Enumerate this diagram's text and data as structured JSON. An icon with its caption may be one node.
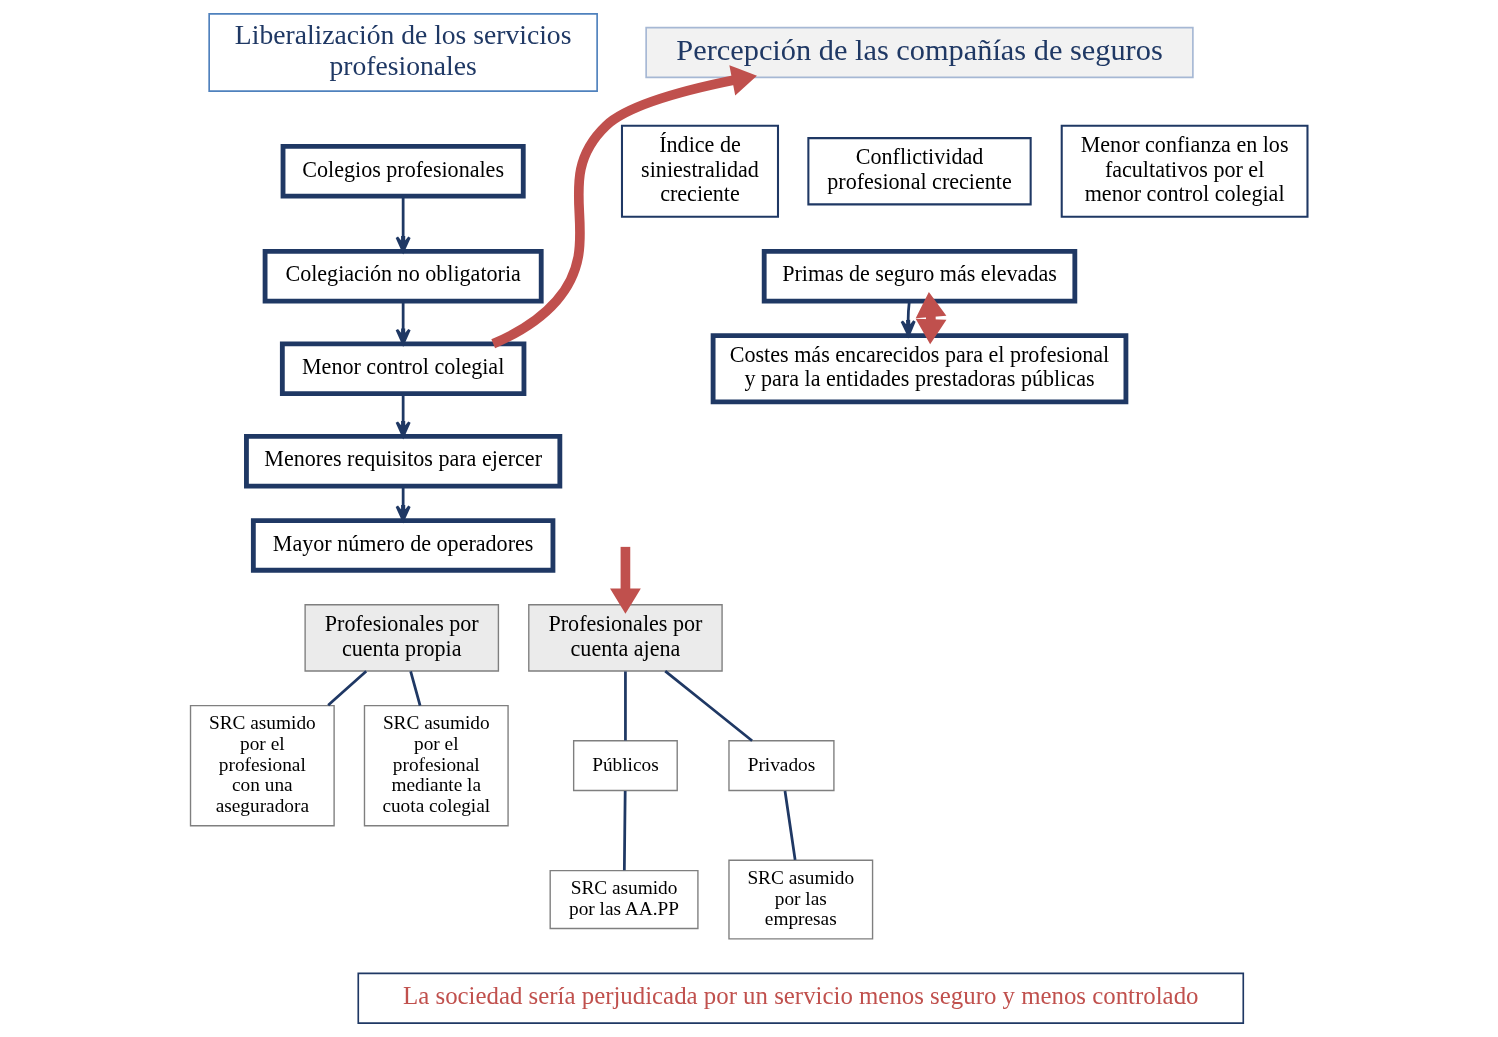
{
  "diagram": {
    "nodes": [
      {
        "text": [
          "Liberalización de los servicios profesionales"
        ]
      },
      {
        "text": [
          "Colegios profesionales"
        ]
      },
      {
        "text": [
          "Colegiación no obligatoria"
        ]
      },
      {
        "text": [
          "Menor control colegial"
        ]
      },
      {
        "text": [
          "Menores requisitos para ejercer"
        ]
      },
      {
        "text": [
          "Mayor número de operadores"
        ]
      },
      {
        "text": [
          "Percepción de las compañías de seguros"
        ]
      },
      {
        "text": [
          "Índice de siniestralidad creciente"
        ]
      },
      {
        "text": [
          "Conflictividad profesional creciente"
        ]
      },
      {
        "text": [
          "Menor confianza en los facultativos por el menor control colegial"
        ]
      },
      {
        "text": [
          "Primas de seguro más elevadas"
        ]
      },
      {
        "text": [
          "Costes más encarecidos para el profesional y para la entidades prestadoras públicas"
        ]
      },
      {
        "text": [
          "Profesionales por cuenta propia"
        ]
      },
      {
        "text": [
          "SRC asumido por el profesional con una aseguradora"
        ]
      },
      {
        "text": [
          "SRC asumido por el profesional mediante la cuota colegial"
        ]
      },
      {
        "text": [
          "Profesionales por cuenta ajena"
        ]
      },
      {
        "text": [
          "Públicos"
        ]
      },
      {
        "text": [
          "Privados"
        ]
      },
      {
        "text": [
          "SRC asumido por las AA.PP"
        ]
      },
      {
        "text": [
          "SRC asumido por las empresas"
        ]
      },
      {
        "text": [
          "La sociedad sería perjudicada por un servicio menos seguro y menos controlado"
        ]
      }
    ],
    "edges": [
      {
        "from": 1,
        "to": 2,
        "arrow": "to"
      },
      {
        "from": 2,
        "to": 3,
        "arrow": "to"
      },
      {
        "from": 3,
        "to": 4,
        "arrow": "to"
      },
      {
        "from": 4,
        "to": 5,
        "arrow": "to"
      },
      {
        "from": 3,
        "to": 6,
        "arrow": "to",
        "style": "thick",
        "color": "#c0504d"
      },
      {
        "from": 10,
        "to": 11,
        "arrow": "to"
      },
      {
        "from": 10,
        "to": 11,
        "arrow": "both",
        "style": "thick",
        "color": "#c0504d"
      },
      {
        "from": null,
        "to": 15,
        "arrow": "to",
        "style": "thick",
        "color": "#c0504d"
      },
      {
        "from": 12,
        "to": 13,
        "arrow": "none"
      },
      {
        "from": 12,
        "to": 14,
        "arrow": "none"
      },
      {
        "from": 15,
        "to": 16,
        "arrow": "none"
      },
      {
        "from": 15,
        "to": 17,
        "arrow": "none"
      },
      {
        "from": 16,
        "to": 18,
        "arrow": "none"
      },
      {
        "from": 17,
        "to": 19,
        "arrow": "none"
      }
    ]
  }
}
